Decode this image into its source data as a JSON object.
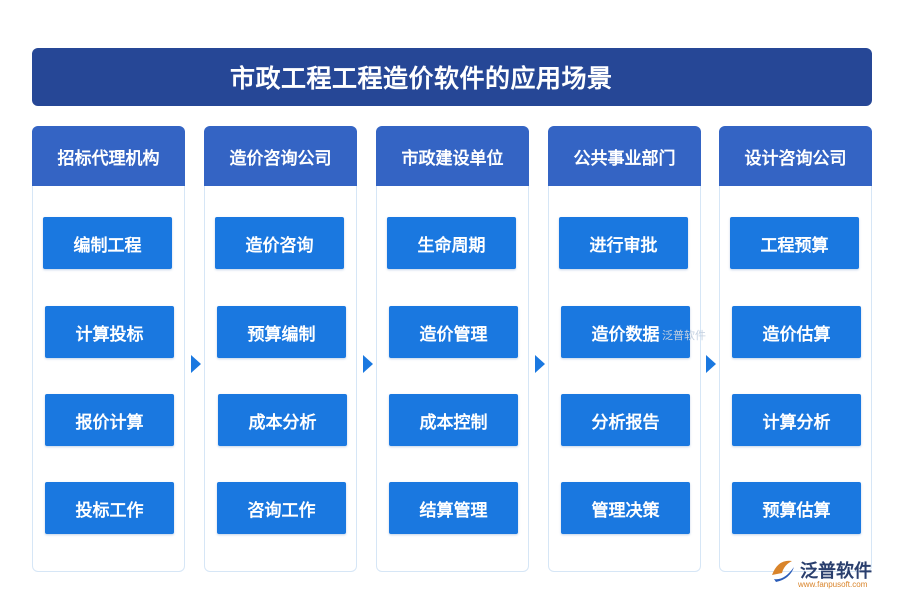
{
  "title": "市政工程工程造价软件的应用场景",
  "columns": [
    {
      "header": "招标代理机构",
      "items": [
        "编制工程",
        "计算投标",
        "报价计算",
        "投标工作"
      ]
    },
    {
      "header": "造价咨询公司",
      "items": [
        "造价咨询",
        "预算编制",
        "成本分析",
        "咨询工作"
      ]
    },
    {
      "header": "市政建设单位",
      "items": [
        "生命周期",
        "造价管理",
        "成本控制",
        "结算管理"
      ]
    },
    {
      "header": "公共事业部门",
      "items": [
        "进行审批",
        "造价数据",
        "分析报告",
        "管理决策"
      ]
    },
    {
      "header": "设计咨询公司",
      "items": [
        "工程预算",
        "造价估算",
        "计算分析",
        "预算估算"
      ]
    }
  ],
  "watermark": "泛普软件",
  "logo": {
    "name": "泛普软件",
    "url": "www.fanpusoft.com"
  },
  "colors": {
    "title_bg": "#264796",
    "header_bg": "#3464c4",
    "item_bg": "#1a78e0",
    "border": "#d6e6f6"
  }
}
